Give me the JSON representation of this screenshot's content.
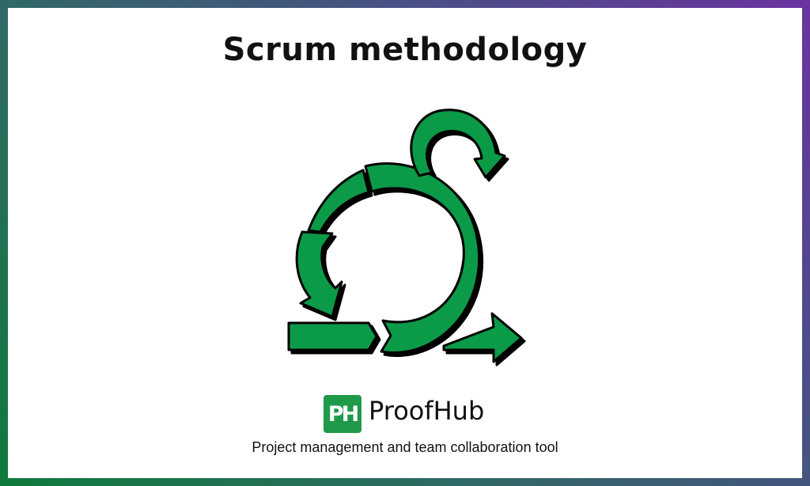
{
  "page": {
    "title": "Scrum methodology",
    "colors": {
      "arrow_fill": "#0b9a48",
      "arrow_outline": "#000000",
      "logo_green": "#1f9a4a",
      "border_gradient": [
        "#0f7a3c",
        "#6a33a0"
      ]
    }
  },
  "diagram": {
    "icon": "scrum-cycle-icon",
    "parts": [
      "backlog-input-arrow",
      "sprint-cycle-arrows",
      "daily-loop-arrow",
      "increment-output-arrow"
    ]
  },
  "branding": {
    "logo_text": "PH",
    "name": "ProofHub",
    "tagline": "Project management and team collaboration tool"
  }
}
